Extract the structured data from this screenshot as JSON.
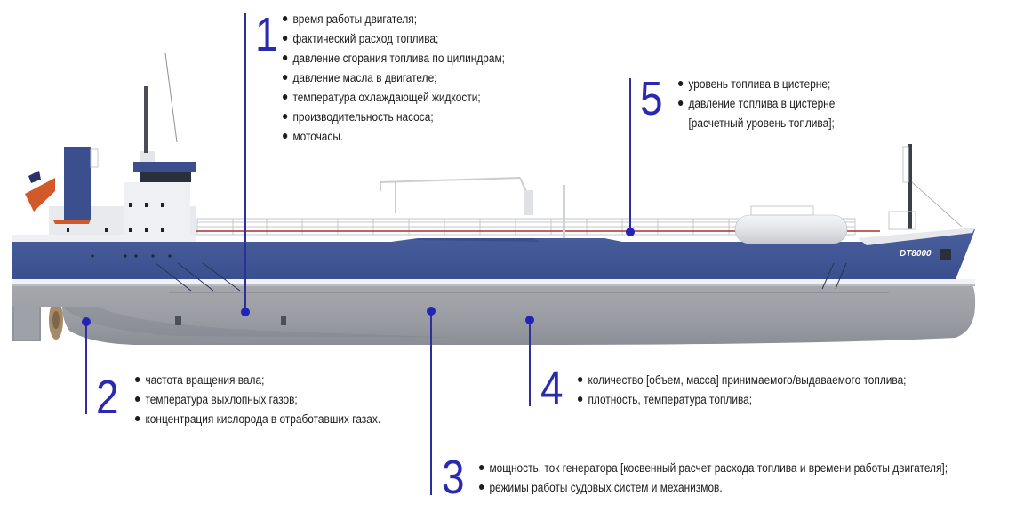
{
  "diagram": {
    "subject": "tanker ship side view",
    "ship_name_label": "DT8000",
    "colors": {
      "accent": "#2a2ab0",
      "callout_line": "#2d2f9a",
      "hull_blue": "#3d5593",
      "hull_gray": "#9a9da5",
      "text": "#1c1c1c"
    }
  },
  "callouts": [
    {
      "number": "1",
      "items": [
        "время работы двигателя;",
        "фактический расход топлива;",
        "давление сгорания топлива по цилиндрам;",
        "давление масла в двигателе;",
        "температура охлаждающей жидкости;",
        "производительность насоса;",
        "моточасы."
      ]
    },
    {
      "number": "2",
      "items": [
        "частота вращения вала;",
        "температура выхлопных газов;",
        "концентрация кислорода в отработавших газах."
      ]
    },
    {
      "number": "3",
      "items": [
        "мощность, ток генератора [косвенный расчет расхода топлива и времени работы двигателя];",
        "режимы работы судовых систем и механизмов."
      ]
    },
    {
      "number": "4",
      "items": [
        "количество [объем, масса] принимаемого/выдаваемого топлива;",
        "плотность, температура топлива;"
      ]
    },
    {
      "number": "5",
      "items": [
        "уровень топлива в цистерне;",
        "давление топлива в цистерне",
        "[расчетный уровень топлива];"
      ]
    }
  ]
}
